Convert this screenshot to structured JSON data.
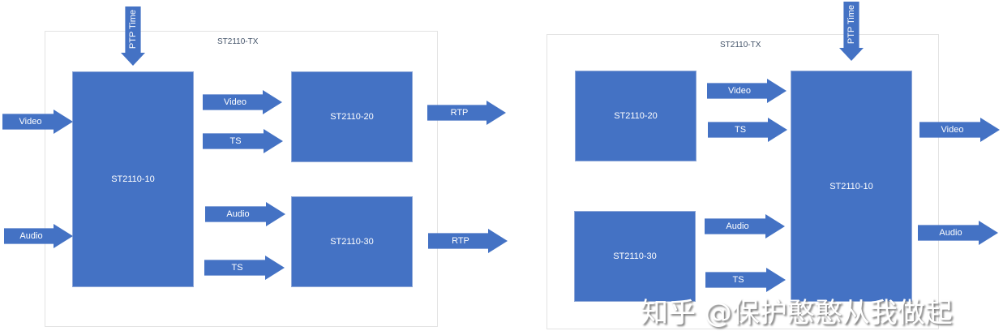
{
  "left_diagram": {
    "title": "ST2110-TX",
    "ptp": "PTP Time",
    "boxes": {
      "st2110_10": "ST2110-10",
      "st2110_20": "ST2110-20",
      "st2110_30": "ST2110-30"
    },
    "arrows": {
      "video_in": "Video",
      "audio_in": "Audio",
      "video": "Video",
      "ts1": "TS",
      "audio": "Audio",
      "ts2": "TS",
      "rtp1": "RTP",
      "rtp2": "RTP"
    }
  },
  "right_diagram": {
    "title": "ST2110-TX",
    "ptp": "PTP Time",
    "boxes": {
      "st2110_20": "ST2110-20",
      "st2110_30": "ST2110-30",
      "st2110_10": "ST2110-10"
    },
    "arrows": {
      "video": "Video",
      "ts1": "TS",
      "audio": "Audio",
      "ts2": "TS",
      "video_out": "Video",
      "audio_out": "Audio"
    }
  },
  "watermark": "知乎 @保护憨憨从我做起",
  "colors": {
    "block": "#4472C4"
  }
}
